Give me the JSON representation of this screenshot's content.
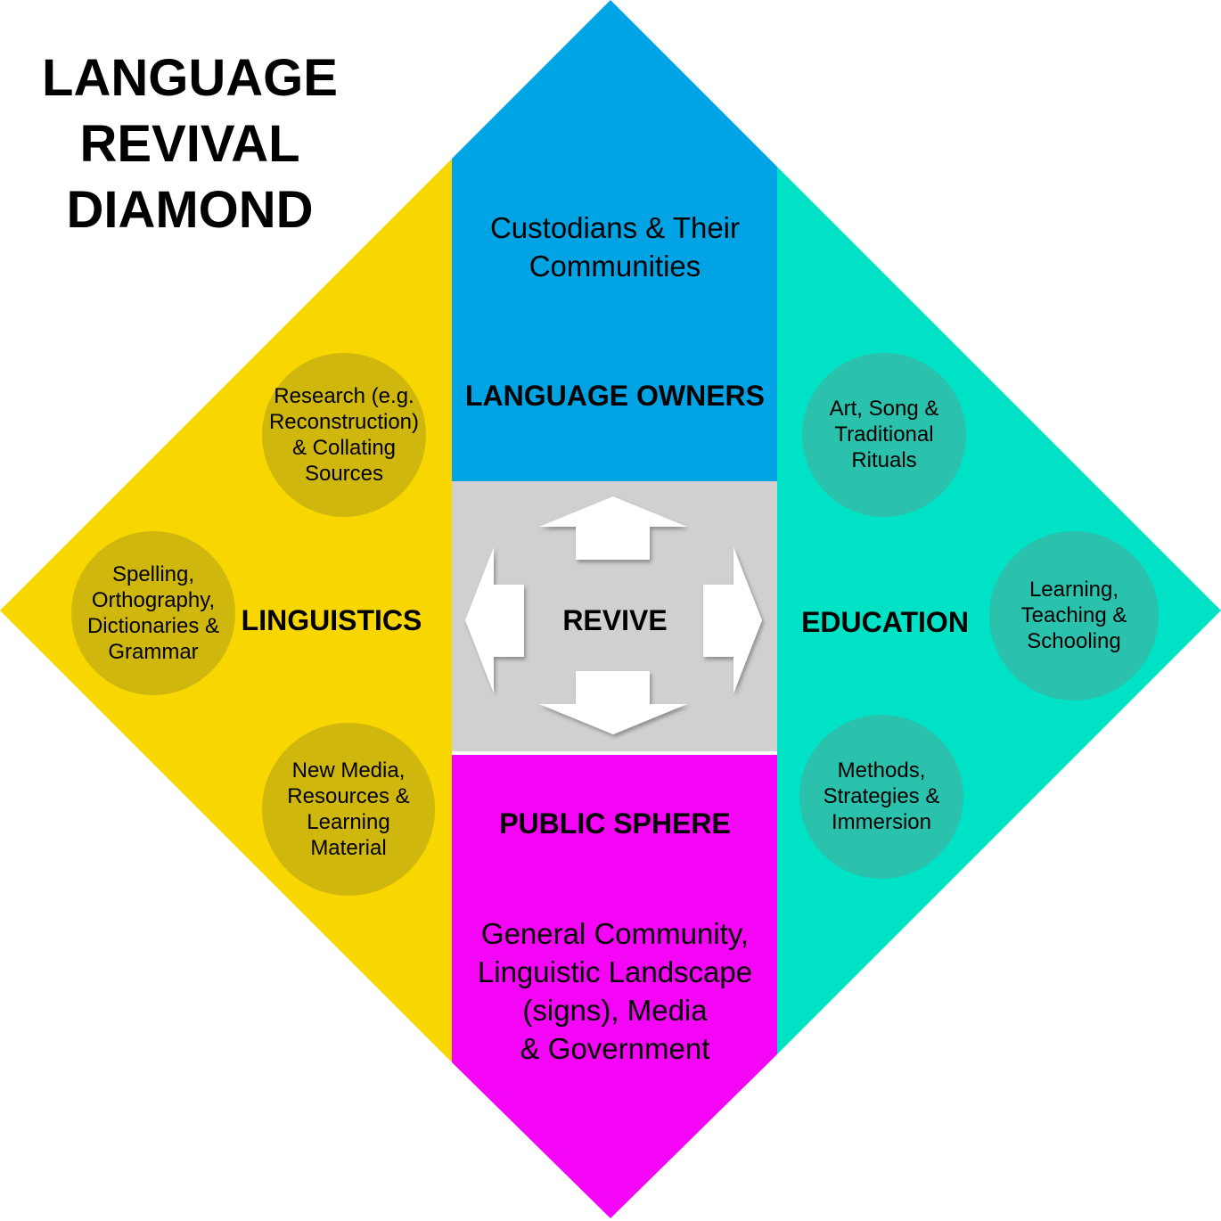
{
  "title": "LANGUAGE\nREVIVAL\nDIAMOND",
  "center": {
    "label": "REVIVE"
  },
  "quadrants": {
    "top": {
      "name": "LANGUAGE OWNERS",
      "description": "Custodians & Their\nCommunities"
    },
    "left": {
      "name": "LINGUISTICS",
      "circles": [
        "Research (e.g.\nReconstruction)\n& Collating\nSources",
        "Spelling,\nOrthography,\nDictionaries &\nGrammar",
        "New Media,\nResources &\nLearning\nMaterial"
      ]
    },
    "right": {
      "name": "EDUCATION",
      "circles": [
        "Art, Song &\nTraditional\nRituals",
        "Learning,\nTeaching &\nSchooling",
        "Methods,\nStrategies &\nImmersion"
      ]
    },
    "bottom": {
      "name": "PUBLIC SPHERE",
      "description": "General Community,\nLinguistic Landscape\n(signs), Media\n& Government"
    }
  },
  "colors": {
    "blue": "#00A3E3",
    "yellow": "#F8D600",
    "yellow_circle": "#CFB70D",
    "teal": "#00E2C6",
    "teal_circle": "#2AC1AD",
    "magenta": "#F505F5",
    "gray": "#D0D0D0",
    "arrow_fill": "#FFFFFF",
    "text": "#000000"
  }
}
